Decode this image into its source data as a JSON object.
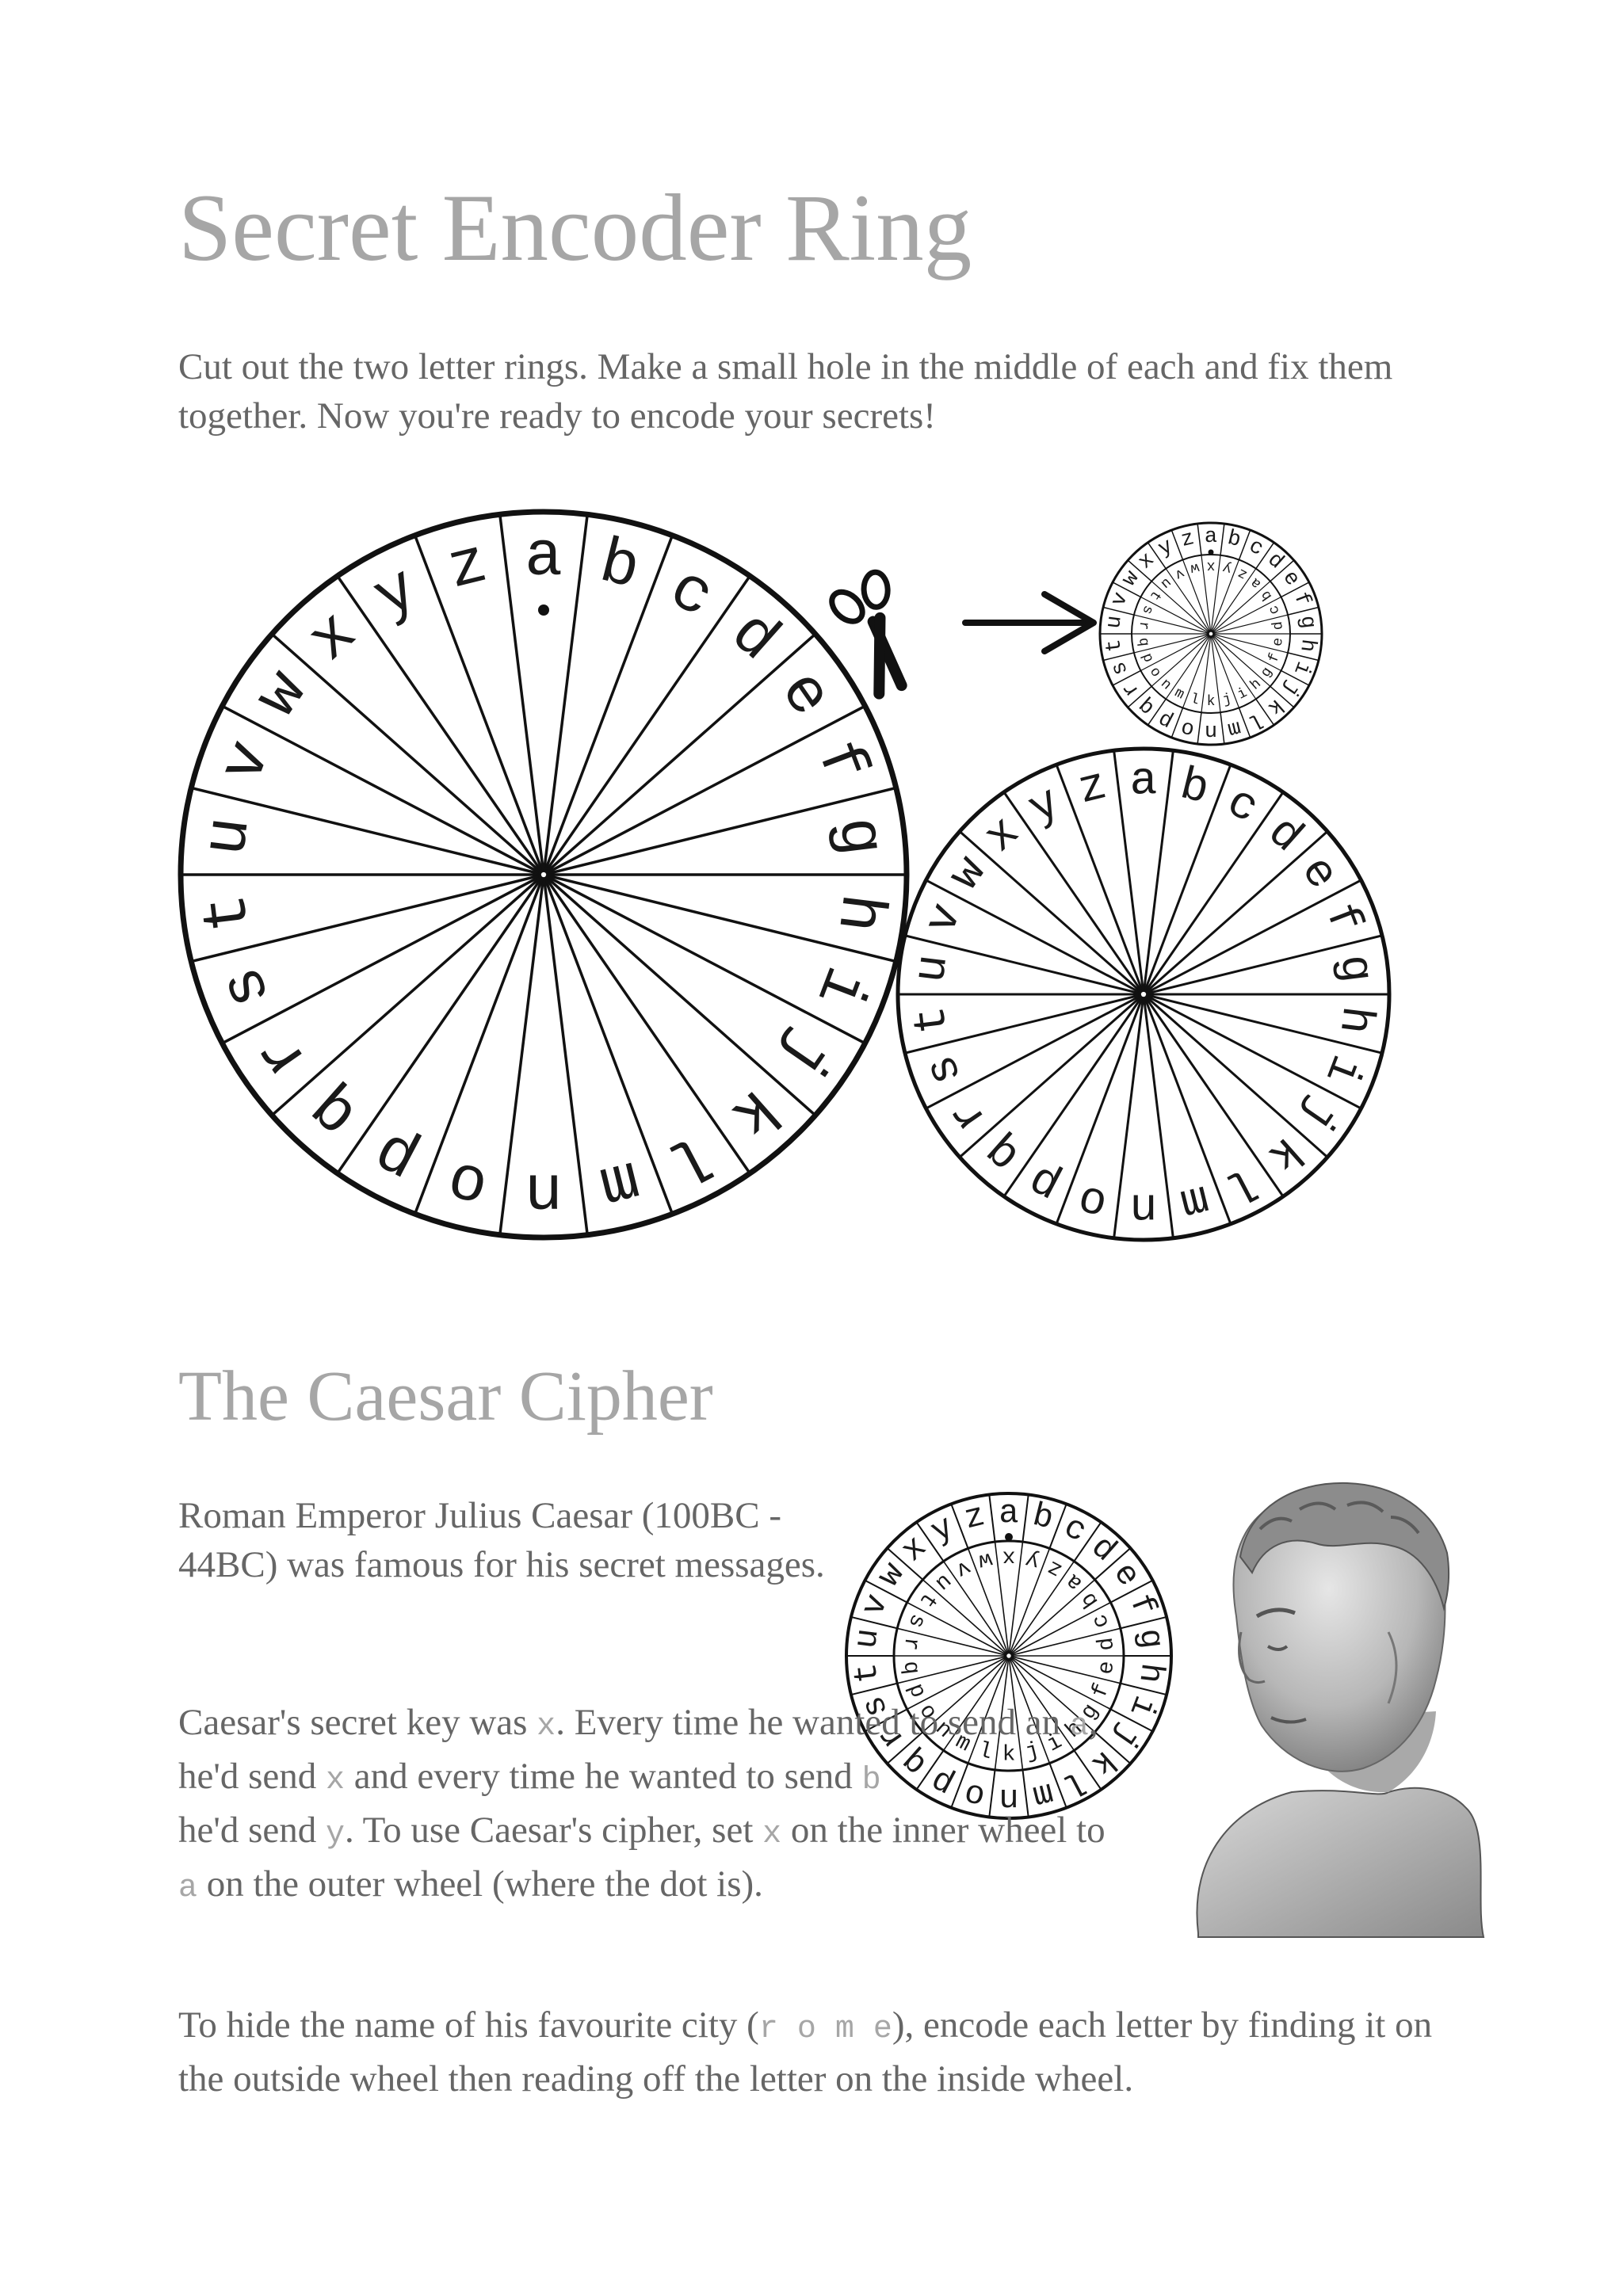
{
  "title": "Secret Encoder Ring",
  "intro": "Cut out the two letter rings. Make a small hole in the middle of each and fix them together. Now you're ready to encode your secrets!",
  "section_title": "The Caesar Cipher",
  "para1": "Roman Emperor Julius Caesar (100BC - 44BC) was famous for his secret messages.",
  "para2": {
    "t1": "Caesar's secret key was ",
    "c1": "x",
    "t2": ". Every time he wanted to send an ",
    "c2": "a",
    "t3": ", he'd send ",
    "c3": "x",
    "t4": " and every time he wanted to send ",
    "c4": "b",
    "t5": " he'd send ",
    "c5": "y",
    "t6": ". To use Caesar's cipher, set ",
    "c6": "x",
    "t7": " on the inner wheel to ",
    "c7": "a",
    "t8": " on the outer wheel (where the dot is)."
  },
  "para3": {
    "t1": "To hide the name of his favourite city (",
    "c1": "r o m e",
    "t2": "), encode each letter by finding it on the outside wheel then reading off the letter on the inside wheel."
  },
  "alphabet": "abcdefghijklmnopqrstuvwxyz",
  "icons": [
    "scissors-icon",
    "arrow-right-icon"
  ],
  "colors": {
    "heading": "#a6a6a6",
    "body_text": "#666666",
    "code_text": "#a6a6a6",
    "line": "#111111"
  }
}
